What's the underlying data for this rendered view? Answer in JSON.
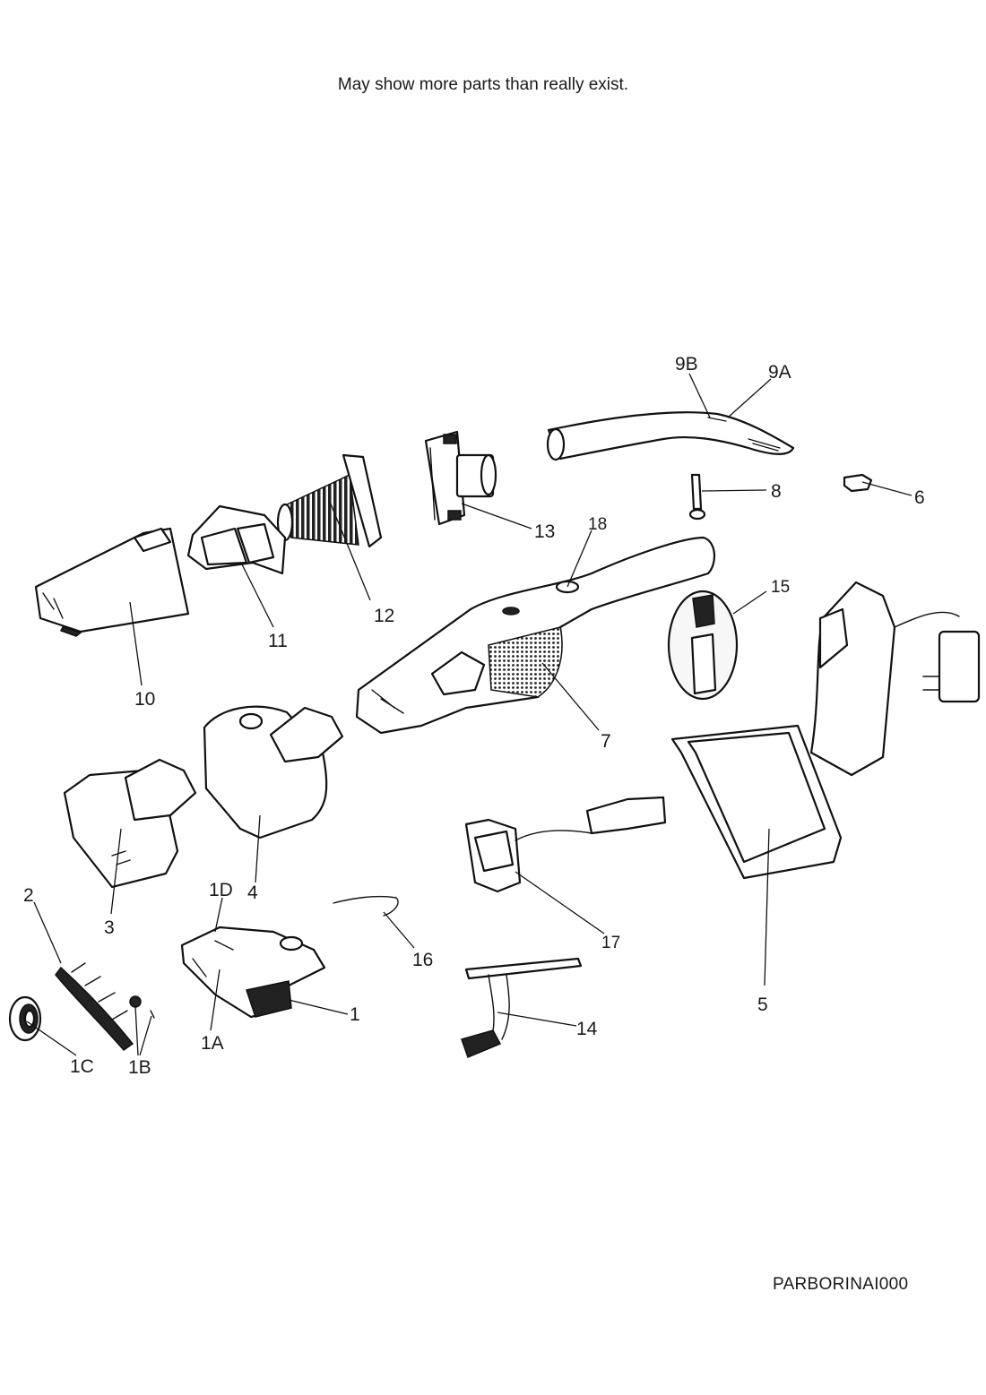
{
  "note": "May show more parts than really exist.",
  "diagram_code": "PARBORINAI000",
  "callouts": [
    {
      "id": "9B",
      "label": "9B"
    },
    {
      "id": "9A",
      "label": "9A"
    },
    {
      "id": "8",
      "label": "8"
    },
    {
      "id": "6",
      "label": "6"
    },
    {
      "id": "13",
      "label": "13"
    },
    {
      "id": "18",
      "label": "18"
    },
    {
      "id": "15",
      "label": "15"
    },
    {
      "id": "12",
      "label": "12"
    },
    {
      "id": "11",
      "label": "11"
    },
    {
      "id": "10",
      "label": "10"
    },
    {
      "id": "7",
      "label": "7"
    },
    {
      "id": "4",
      "label": "4"
    },
    {
      "id": "3",
      "label": "3"
    },
    {
      "id": "2",
      "label": "2"
    },
    {
      "id": "1D",
      "label": "1D"
    },
    {
      "id": "16",
      "label": "16"
    },
    {
      "id": "17",
      "label": "17"
    },
    {
      "id": "1",
      "label": "1"
    },
    {
      "id": "1A",
      "label": "1A"
    },
    {
      "id": "1C",
      "label": "1C"
    },
    {
      "id": "1B",
      "label": "1B"
    },
    {
      "id": "14",
      "label": "14"
    },
    {
      "id": "5",
      "label": "5"
    }
  ]
}
